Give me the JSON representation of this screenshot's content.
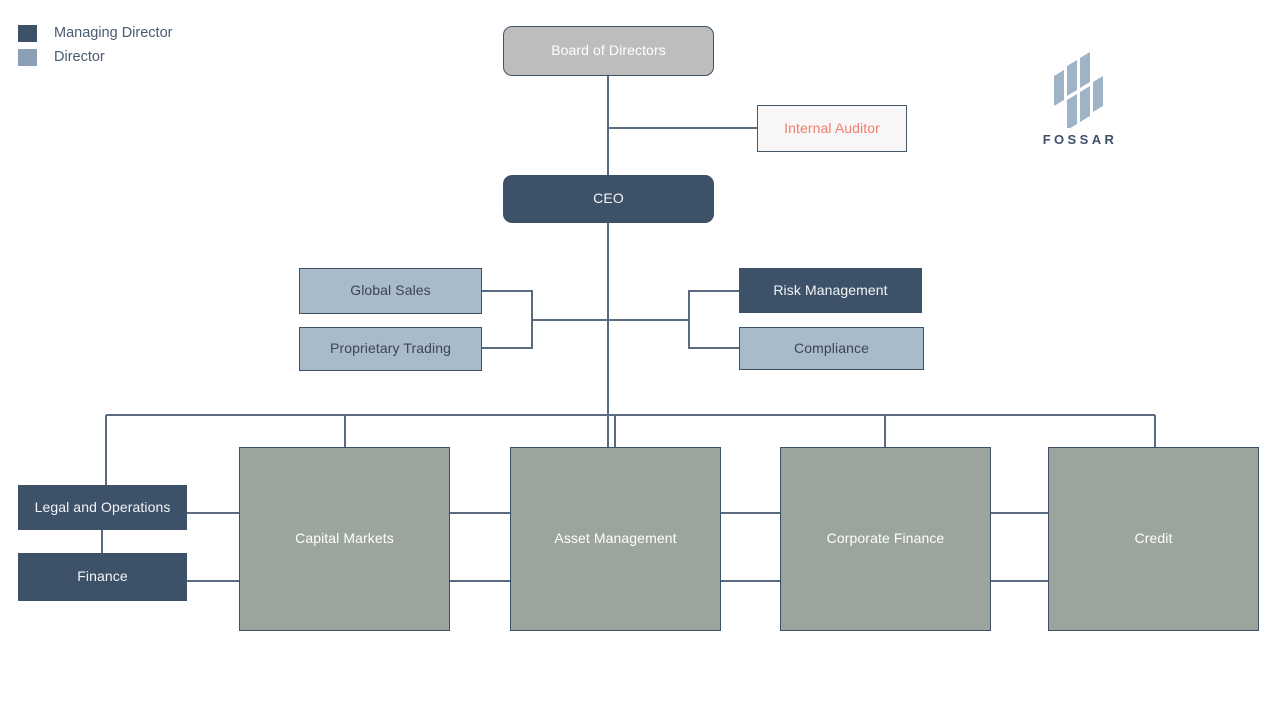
{
  "legend": {
    "items": [
      {
        "label": "Managing Director",
        "color": "#3d5169",
        "key": "managing-director"
      },
      {
        "label": "Director",
        "color": "#8ba0b6",
        "key": "director"
      }
    ]
  },
  "brand": {
    "name": "FOSSAR",
    "mark_color": "#9fb3c6",
    "word_color": "#3f5069"
  },
  "chart_title": "",
  "nodes": {
    "board": {
      "label": "Board of Directors",
      "role": "board",
      "fill": "#bdbdbd",
      "text_color": "#ffffff"
    },
    "internal_auditor": {
      "label": "Internal Auditor",
      "role": "auditor",
      "fill": "#f8f6f6",
      "text_color": "#ef7f6f"
    },
    "ceo": {
      "label": "CEO",
      "role": "managing-director",
      "fill": "#3d5169",
      "text_color": "#f2f4f6"
    },
    "global_sales": {
      "label": "Global Sales",
      "role": "director",
      "fill": "#a9bac8",
      "text_color": "#3b4655"
    },
    "proprietary_trading": {
      "label": "Proprietary Trading",
      "role": "director",
      "fill": "#a9bac8",
      "text_color": "#3b4655"
    },
    "risk_management": {
      "label": "Risk Management",
      "role": "managing-director",
      "fill": "#3d5169",
      "text_color": "#f2f4f6"
    },
    "compliance": {
      "label": "Compliance",
      "role": "director",
      "fill": "#a9bac8",
      "text_color": "#3b4655"
    },
    "legal_and_operations": {
      "label": "Legal and Operations",
      "role": "managing-director",
      "fill": "#3d5169",
      "text_color": "#f2f4f6"
    },
    "finance": {
      "label": "Finance",
      "role": "managing-director",
      "fill": "#3d5169",
      "text_color": "#f2f4f6"
    },
    "capital_markets": {
      "label": "Capital Markets",
      "role": "business-unit",
      "fill": "#9ba49d",
      "text_color": "#ffffff"
    },
    "asset_management": {
      "label": "Asset Management",
      "role": "business-unit",
      "fill": "#9ba49d",
      "text_color": "#ffffff"
    },
    "corporate_finance": {
      "label": "Corporate Finance",
      "role": "business-unit",
      "fill": "#9ba49d",
      "text_color": "#ffffff"
    },
    "credit": {
      "label": "Credit",
      "role": "business-unit",
      "fill": "#9ba49d",
      "text_color": "#ffffff"
    }
  },
  "colors": {
    "connector": "#5a6b80",
    "background": "#ffffff",
    "border": "#3d5169"
  }
}
